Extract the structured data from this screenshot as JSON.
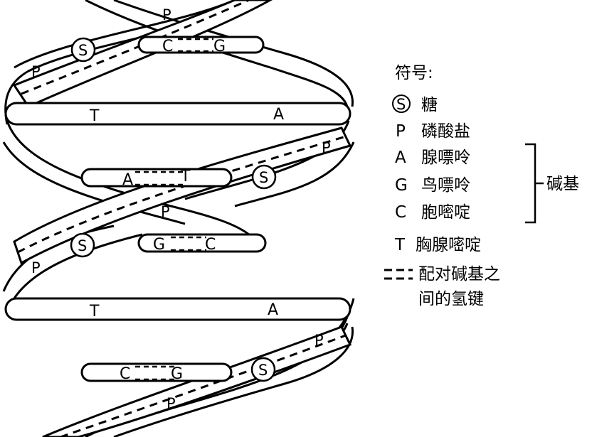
{
  "strand_marks": {
    "phosphate": "P",
    "sugar": "S"
  },
  "pairs": {
    "top_left": "C",
    "top_right": "G",
    "row1_left": "T",
    "row1_right": "A",
    "row2_left": "A",
    "row2_right": "T",
    "row3_left": "G",
    "row3_right": "C",
    "row4_left": "T",
    "row4_right": "A",
    "row5_left": "C",
    "row5_right": "G"
  },
  "legend": {
    "title": "符号:",
    "items": [
      {
        "symbol": "S",
        "text": "糖"
      },
      {
        "symbol": "P",
        "text": "磷酸盐"
      },
      {
        "symbol": "A",
        "text": "腺嘌呤"
      },
      {
        "symbol": "G",
        "text": "鸟嘌呤"
      },
      {
        "symbol": "C",
        "text": "胞嘧啶"
      },
      {
        "symbol": "T",
        "text": "胸腺嘧啶"
      }
    ],
    "bracket_label": "碱基",
    "hbond_text_line1": "配对碱基之",
    "hbond_text_line2": "间的氢键"
  }
}
